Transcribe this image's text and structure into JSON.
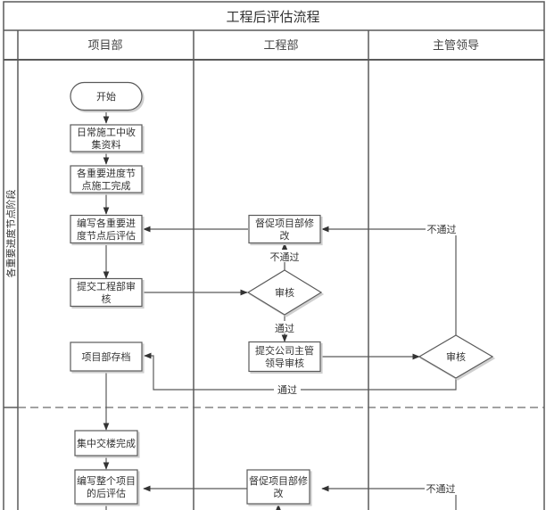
{
  "title": "工程后评估流程",
  "lanes": [
    {
      "id": "xmb",
      "label": "项目部"
    },
    {
      "id": "gcb",
      "label": "工程部"
    },
    {
      "id": "zgld",
      "label": "主管领导"
    }
  ],
  "phases": [
    {
      "id": "phase1",
      "label": "各重要进度节点阶段"
    },
    {
      "id": "phase2",
      "label": ""
    }
  ],
  "nodes": {
    "start": {
      "lines": [
        "开始"
      ],
      "shape": "terminator",
      "lane": "项目部"
    },
    "collect": {
      "lines": [
        "日常施工中收",
        "集资料"
      ],
      "shape": "process",
      "lane": "项目部"
    },
    "milestone": {
      "lines": [
        "各重要进度节",
        "点施工完成"
      ],
      "shape": "process",
      "lane": "项目部"
    },
    "write_eval": {
      "lines": [
        "编写各重要进",
        "度节点后评估"
      ],
      "shape": "process",
      "lane": "项目部"
    },
    "submit_eng": {
      "lines": [
        "提交工程部审",
        "核"
      ],
      "shape": "process",
      "lane": "项目部"
    },
    "archive": {
      "lines": [
        "项目部存档"
      ],
      "shape": "process",
      "lane": "项目部"
    },
    "urge1": {
      "lines": [
        "督促项目部修",
        "改"
      ],
      "shape": "process",
      "lane": "工程部"
    },
    "review_eng": {
      "lines": [
        "审核"
      ],
      "shape": "decision",
      "lane": "工程部"
    },
    "submit_lead": {
      "lines": [
        "提交公司主管",
        "领导审核"
      ],
      "shape": "process",
      "lane": "工程部"
    },
    "review_lead": {
      "lines": [
        "审核"
      ],
      "shape": "decision",
      "lane": "主管领导"
    },
    "handover": {
      "lines": [
        "集中交楼完成"
      ],
      "shape": "process",
      "lane": "项目部"
    },
    "write_full": {
      "lines": [
        "编写整个项目",
        "的后评估"
      ],
      "shape": "process",
      "lane": "项目部"
    },
    "urge2": {
      "lines": [
        "督促项目部修",
        "改"
      ],
      "shape": "process",
      "lane": "工程部"
    }
  },
  "edge_labels": {
    "fail1": "不通过",
    "pass1": "通过",
    "fail2": "不通过",
    "pass2": "通过",
    "fail3": "不通过"
  },
  "colors": {
    "line": "#595959",
    "border": "#5a5a5a",
    "shadow": "#d0d0d0",
    "dash": "#6a6a6a"
  }
}
